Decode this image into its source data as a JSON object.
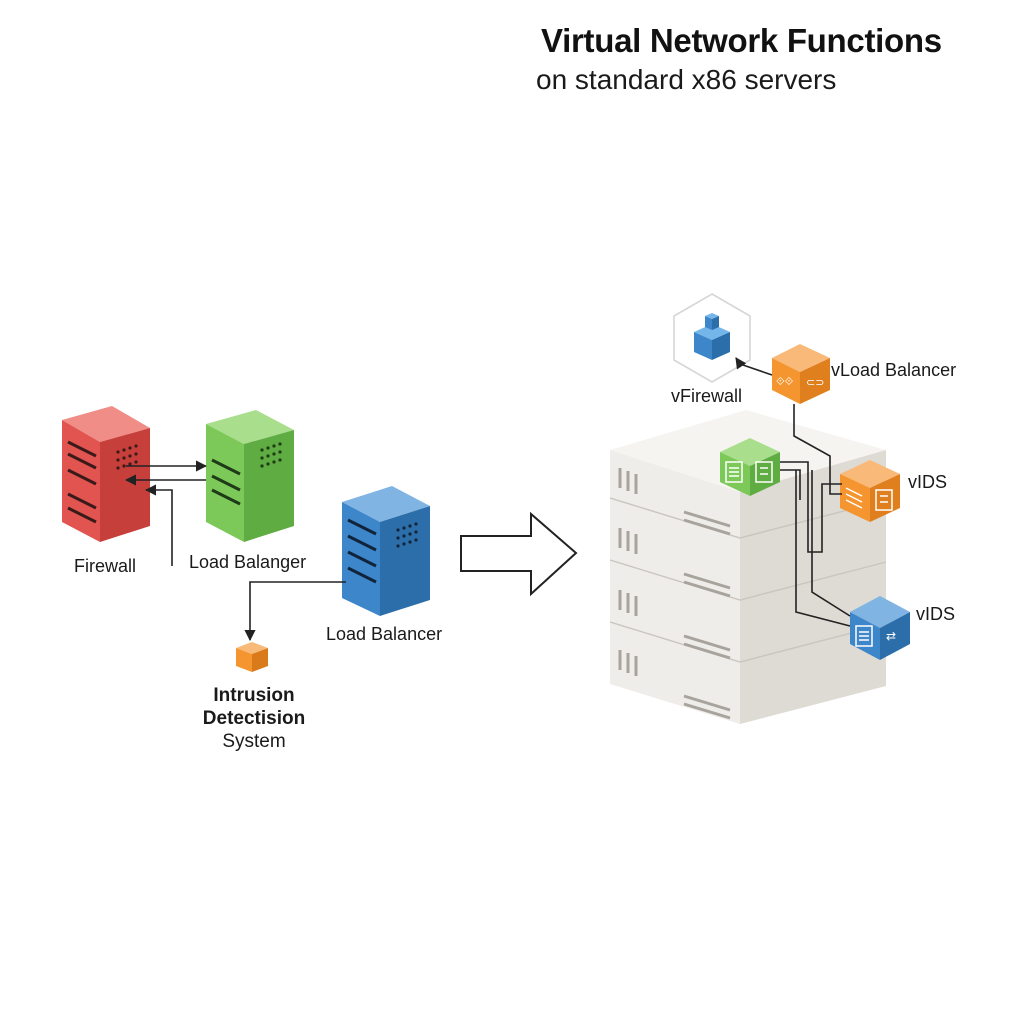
{
  "header": {
    "title": "Virtual Network Functions",
    "subtitle": "on standard x86 servers"
  },
  "legacy": {
    "firewall_label": "Firewall",
    "load_balancer_green_label": "Load Balanger",
    "load_balancer_blue_label": "Load Balancer",
    "ids_label_line1": "Intrusion",
    "ids_label_line2": "Detectision",
    "ids_label_line3": "System"
  },
  "virtual": {
    "vfirewall_label": "vFirewall",
    "vload_balancer_label": "vLoad Balancer",
    "vids_orange_label": "vIDS",
    "vids_blue_label": "vIDS"
  },
  "colors": {
    "firewall_red": "#e2544f",
    "load_balancer_green": "#7cc95a",
    "load_balancer_blue": "#3d86c9",
    "ids_orange": "#f4952f",
    "server_gray": "#e9e6e1",
    "line": "#222222"
  }
}
